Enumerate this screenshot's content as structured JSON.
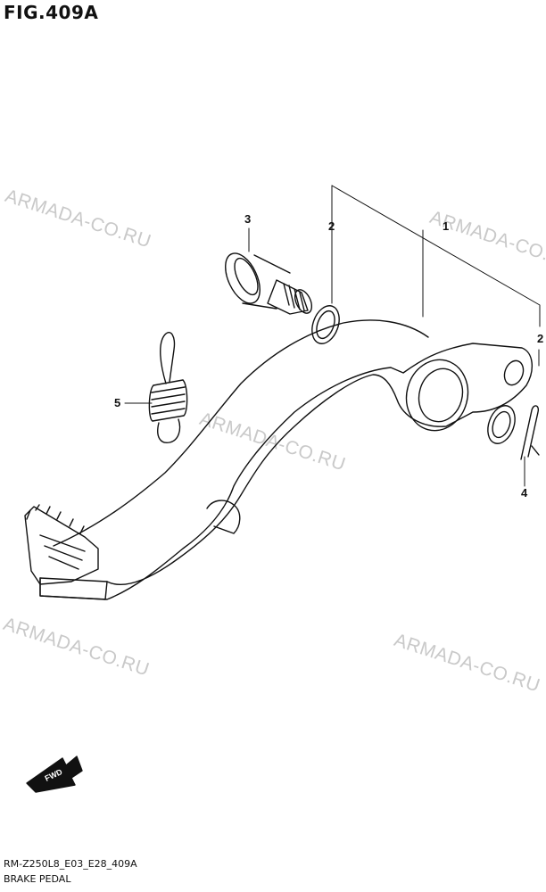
{
  "figure": {
    "title": "FIG.409A"
  },
  "watermark": {
    "text": "ARMADA-CO.RU"
  },
  "callouts": {
    "c1": "1",
    "c2a": "2",
    "c2b": "2",
    "c3": "3",
    "c4": "4",
    "c5": "5"
  },
  "fwd_label": "FWD",
  "footer": {
    "code": "RM-Z250L8_E03_E28_409A",
    "name": "BRAKE PEDAL"
  }
}
